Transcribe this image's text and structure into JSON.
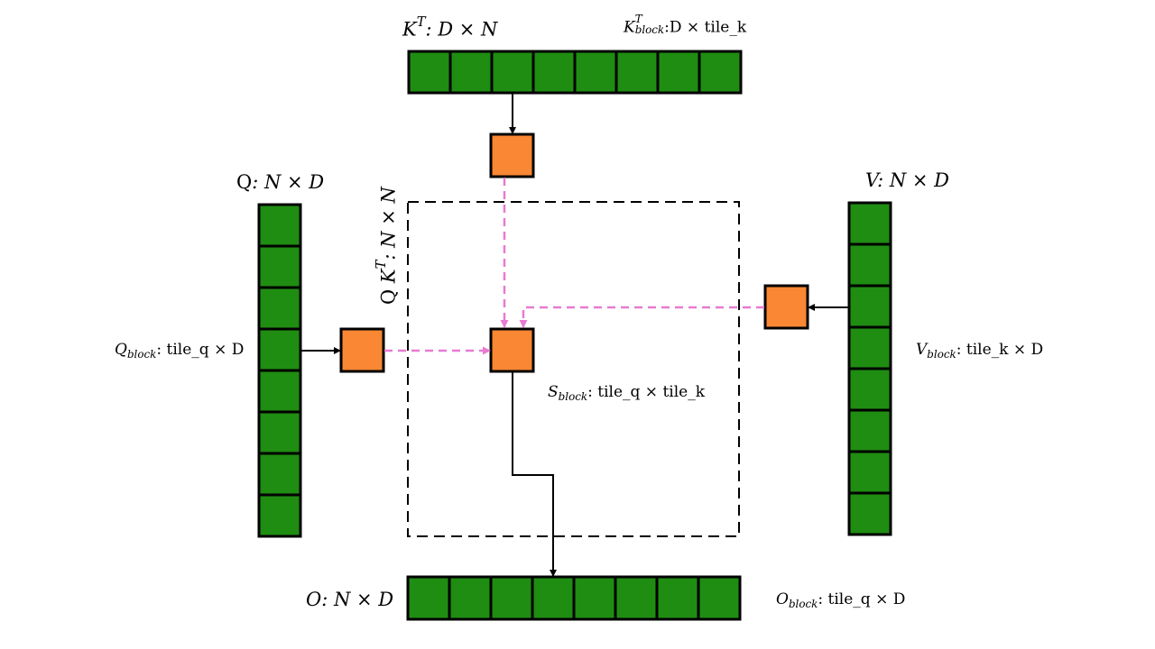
{
  "labels": {
    "kt_name": "K",
    "kt_sup": "T",
    "kt_dims": ": D × N",
    "kt_block_name": "K",
    "kt_block_sup": "T",
    "kt_block_sub": "block",
    "kt_block_dims": ":D × tile_k",
    "q_name": "Q",
    "q_dims": ": N × D",
    "q_block_name": "Q",
    "q_block_sub": "block",
    "q_block_dims": ": tile_q × D",
    "qk_q": "Q",
    "qk_k": "K",
    "qk_sup": "T",
    "qk_dims": ": N × N",
    "v_name": "V",
    "v_dims": ": N × D",
    "v_block_name": "V",
    "v_block_sub": "block",
    "v_block_dims": ": tile_k × D",
    "s_block_name": "S",
    "s_block_sub": "block",
    "s_block_dims": ": tile_q × tile_k",
    "o_name": "O",
    "o_dims": ": N × D",
    "o_block_name": "O",
    "o_block_sub": "block",
    "o_block_dims": ": tile_q × D"
  },
  "matrices": {
    "kt_cells": 8,
    "q_cells": 8,
    "v_cells": 8,
    "o_cells": 8
  },
  "colors": {
    "cell_fill": "#1f8c12",
    "block_fill": "#f98733",
    "stroke": "#000000",
    "dashed_arrow": "#e87ad2"
  }
}
